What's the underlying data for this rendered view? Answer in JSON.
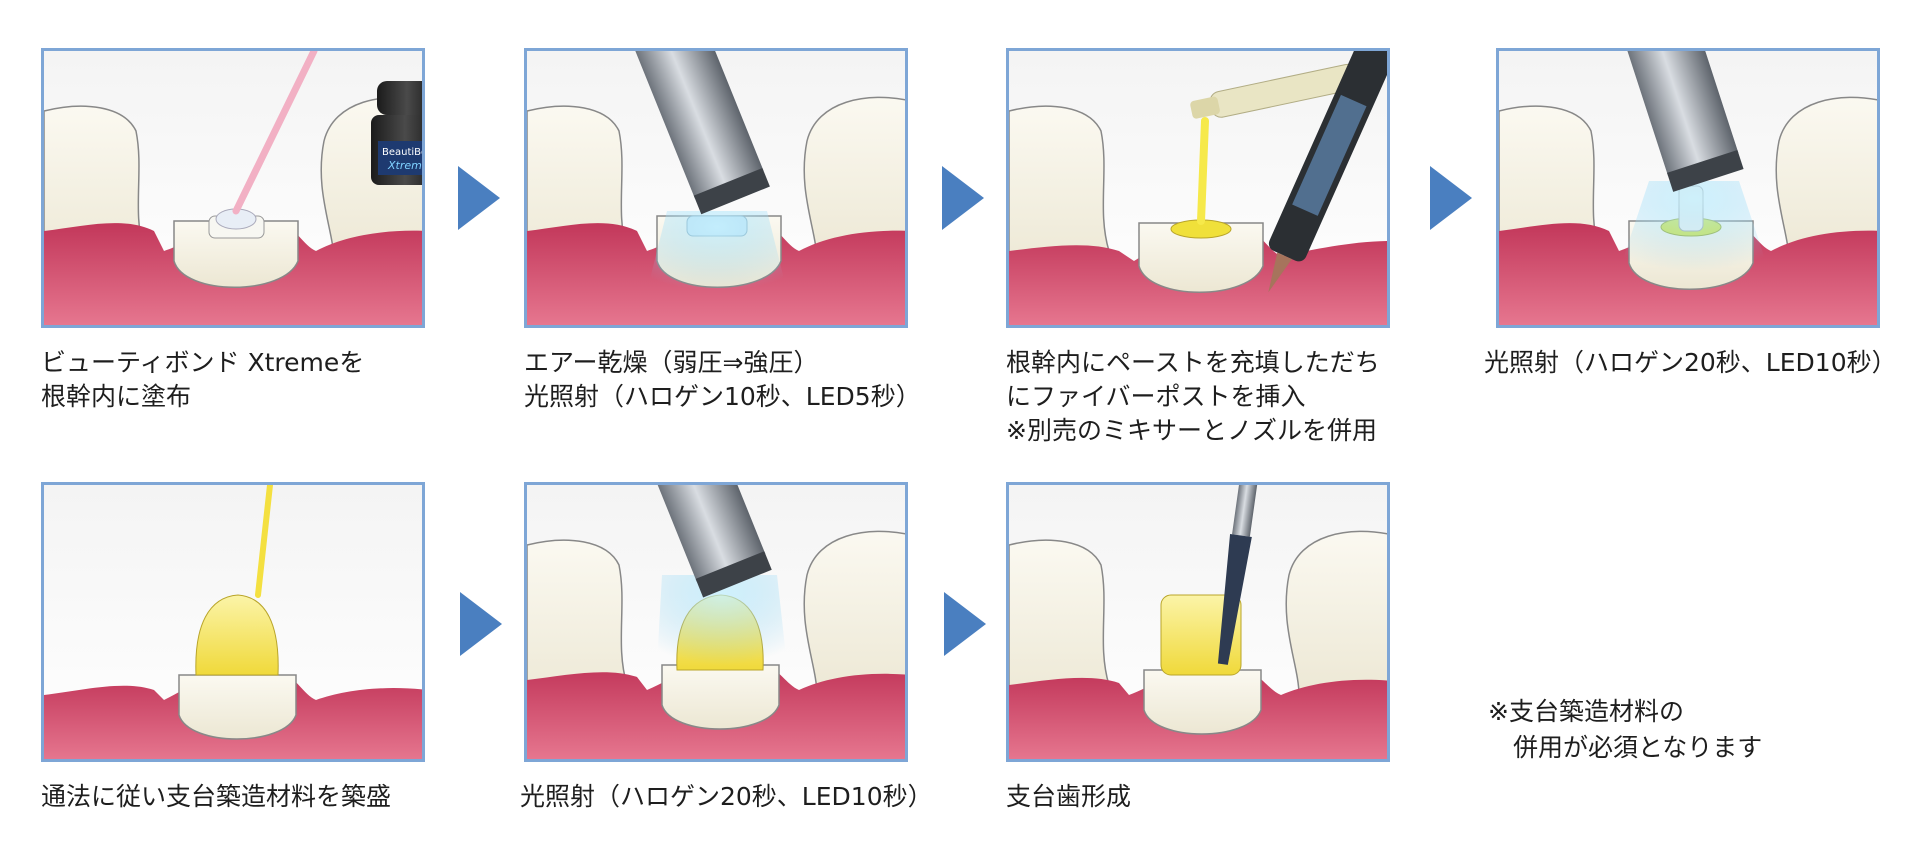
{
  "steps": [
    {
      "caption": "ビューティボンド Xtremeを\n根幹内に塗布"
    },
    {
      "caption": "エアー乾燥（弱圧⇒強圧）\n光照射（ハロゲン10秒、LED5秒）"
    },
    {
      "caption": "根幹内にペーストを充填しただち\nにファイバーポストを挿入\n※別売のミキサーとノズルを併用"
    },
    {
      "caption": "光照射（ハロゲン20秒、LED10秒）"
    },
    {
      "caption": "通法に従い支台築造材料を築盛"
    },
    {
      "caption": "光照射（ハロゲン20秒、LED10秒）"
    },
    {
      "caption": "支台歯形成"
    }
  ],
  "product_label": {
    "brand": "BeautiBond",
    "model": "Xtreme"
  },
  "note": "※支台築造材料の\n　併用が必須となります",
  "colors": {
    "panel_border": "#7ea6d6",
    "arrow": "#4a7fc0",
    "gum": "#d04a68",
    "tooth": "#f3f0e4",
    "paste": "#f4e040",
    "light": "#8fd3f0"
  }
}
